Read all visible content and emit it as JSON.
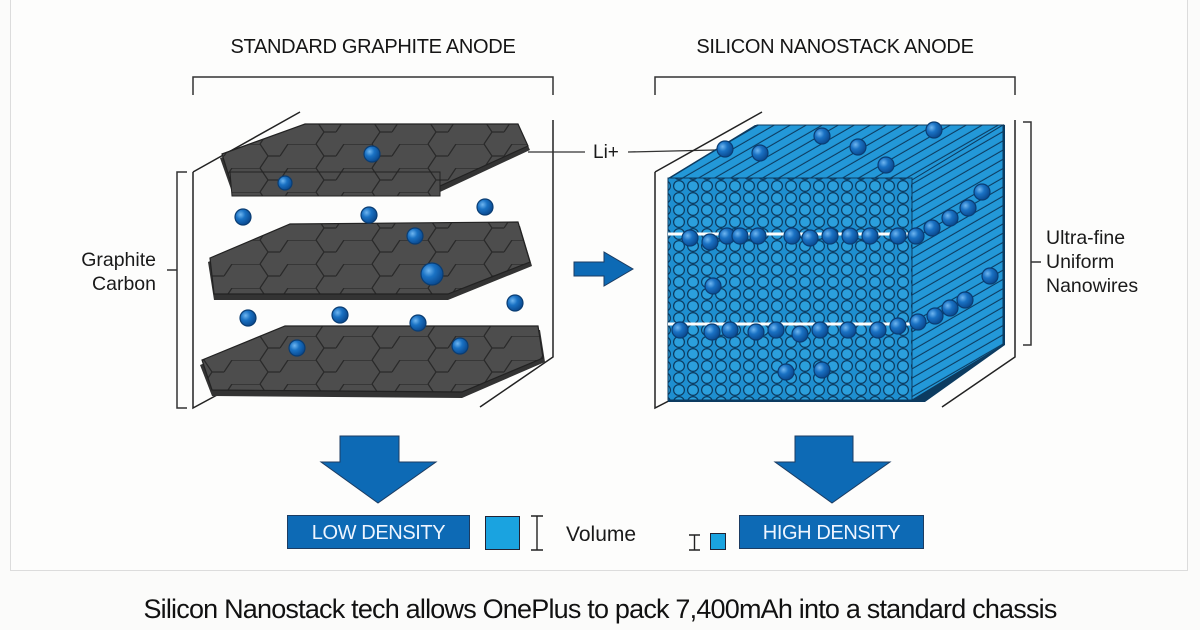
{
  "diagram": {
    "left_panel": {
      "title": "STANDARD GRAPHITE ANODE",
      "side_label_line1": "Graphite",
      "side_label_line2": "Carbon",
      "material_color": "#4a4a4a",
      "result_label": "LOW DENSITY",
      "volume_indicator": "large"
    },
    "right_panel": {
      "title": "SILICON NANOSTACK ANODE",
      "side_label_line1": "Ultra-fine",
      "side_label_line2": "Uniform",
      "side_label_line3": "Nanowires",
      "material_color": "#1e8fd0",
      "result_label": "HIGH DENSITY",
      "volume_indicator": "small"
    },
    "ion_label": "Li+",
    "ion_color": "#1a6fc0",
    "volume_label": "Volume",
    "arrow_color": "#0d6ab5",
    "transition_icon": "right-arrow-icon",
    "result_icons": [
      "down-arrow-icon",
      "down-arrow-icon"
    ]
  },
  "caption": "Silicon Nanostack tech allows OnePlus to pack 7,400mAh into a standard chassis"
}
